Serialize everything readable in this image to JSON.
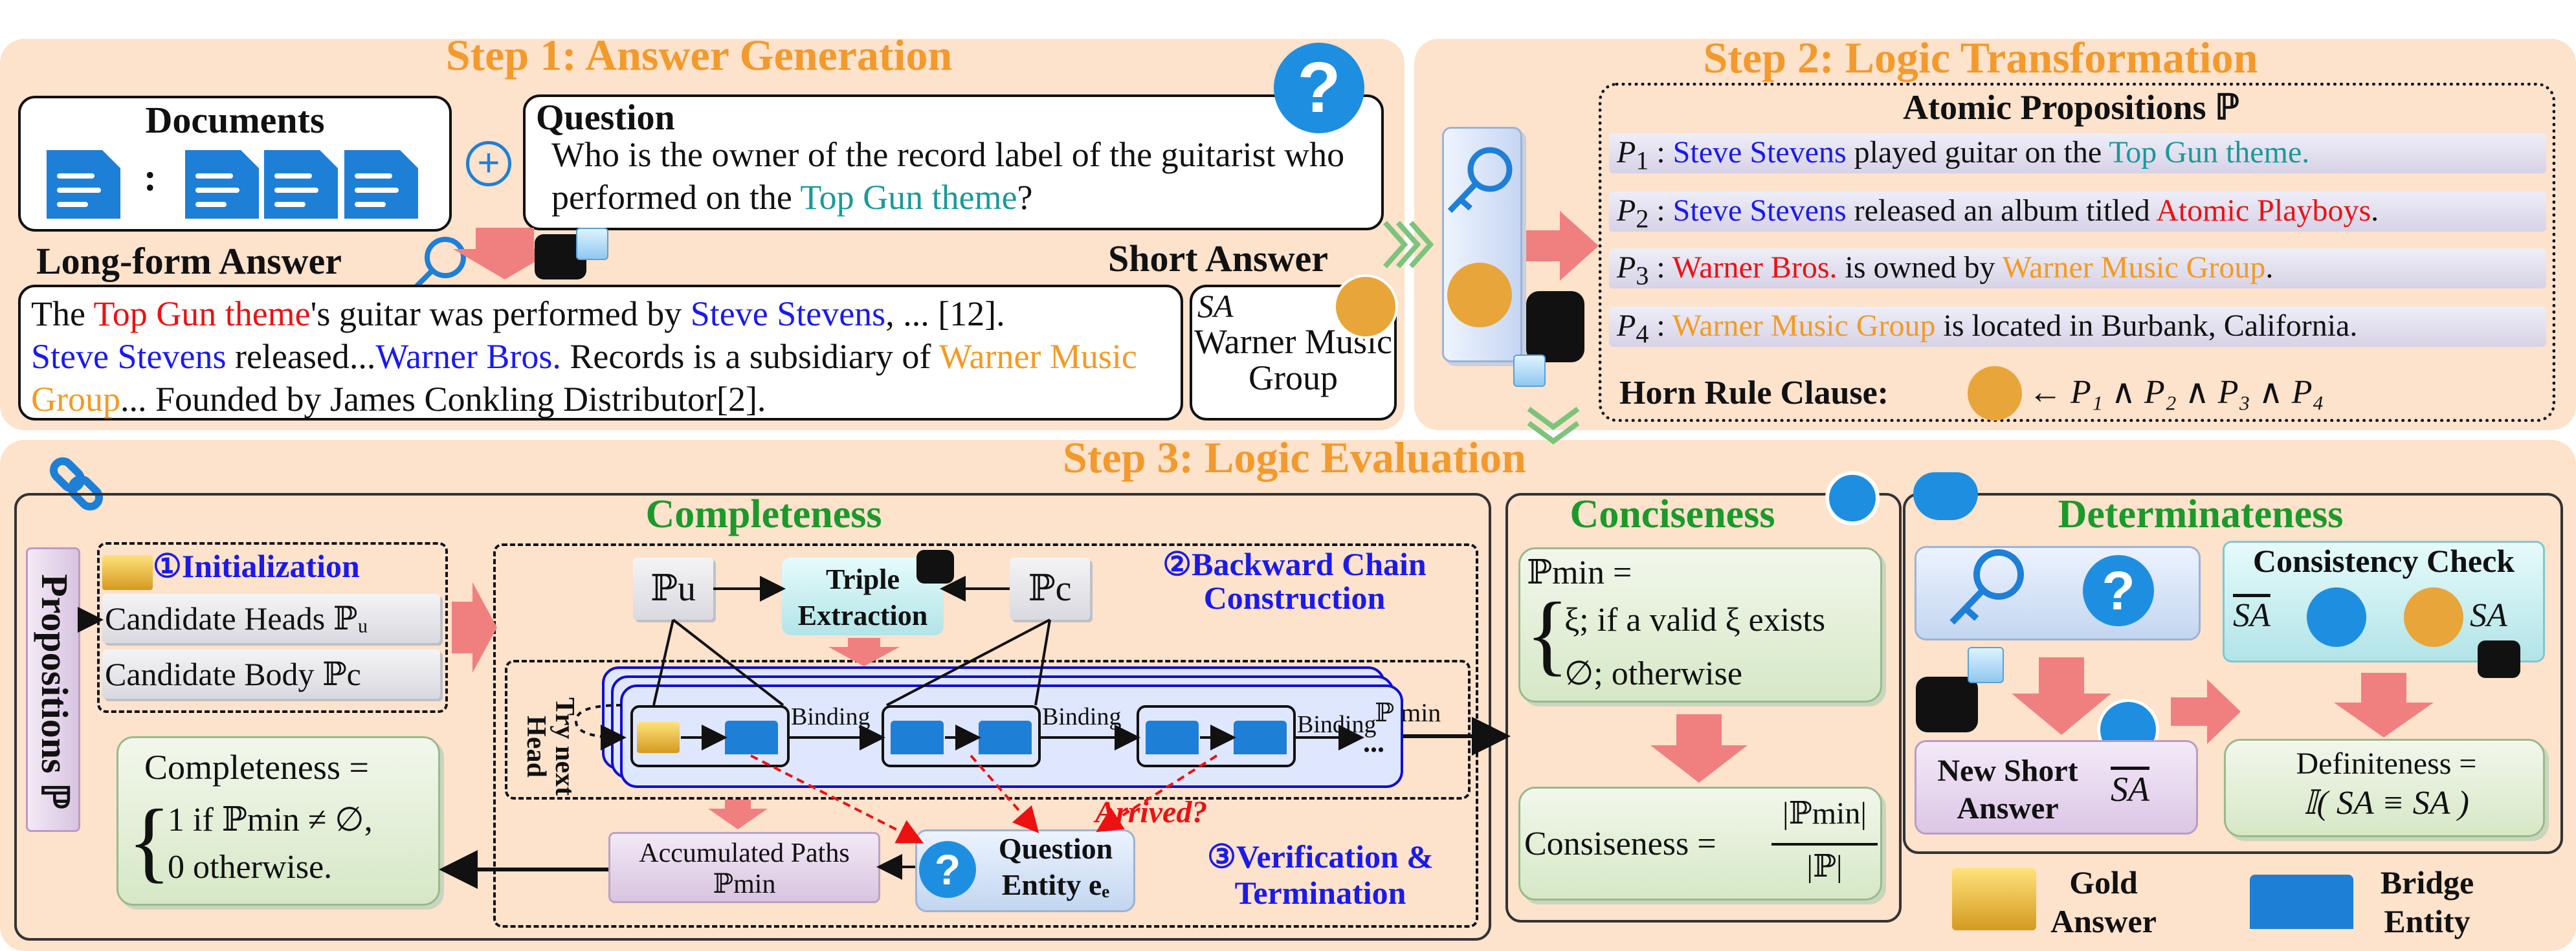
{
  "step1": {
    "title": "Step 1:  Answer Generation",
    "documents_label": "Documents",
    "doc_separator": ":",
    "plus": "+",
    "question_label": "Question",
    "question_text_before": "Who is the owner of the record label of the guitarist who performed on the ",
    "question_highlight": "Top Gun theme",
    "question_text_after": "?",
    "longform_label": "Long-form Answer",
    "short_answer_label": "Short Answer",
    "longform": {
      "p1": "The ",
      "h1": "Top Gun theme",
      "p2": "'s guitar was performed by ",
      "h2": "Steve Stevens",
      "p3": ", ... [12].",
      "h3": "Steve Stevens",
      "p4": " released...",
      "h4": "Warner Bros.",
      "p5": " Records is a subsidiary of ",
      "h5": "Warner Music Group",
      "p6": "... Founded by James Conkling Distributor[2]."
    },
    "sa_tag": "SA",
    "short_answer": "Warner Music Group",
    "q_glyph": "?"
  },
  "step2": {
    "title": "Step 2:  Logic Transformation",
    "atomic_label": "Atomic Propositions ℙ",
    "props": [
      {
        "id": "P",
        "sub": "1",
        "e1": "Steve Stevens",
        "mid": " played guitar on the ",
        "e2": "Top Gun theme.",
        "end": ""
      },
      {
        "id": "P",
        "sub": "2",
        "e1": "Steve Stevens",
        "mid": " released an album titled ",
        "e2": "Atomic Playboys",
        "end": "."
      },
      {
        "id": "P",
        "sub": "3",
        "e1": "Warner Bros.",
        "mid": "  is owned by ",
        "e2": "Warner Music Group",
        "end": "."
      },
      {
        "id": "P",
        "sub": "4",
        "e1": "Warner Music Group",
        "mid": " is located in Burbank, California.",
        "e2": "",
        "end": ""
      }
    ],
    "horn_label": "Horn Rule Clause:",
    "horn_rule": "← P₁ ∧ P₂ ∧ P₃ ∧ P₄"
  },
  "step3": {
    "title": "Step 3:  Logic Evaluation",
    "propositions_label": "Propositions ℙ",
    "completeness": {
      "title": "Completeness",
      "init_label": "①Initialization",
      "cand_heads": "Candidate Heads  ℙᵤ",
      "cand_body": "Candidate Body  ℙc",
      "pu": "ℙu",
      "pc": "ℙc",
      "triple_extraction": "Triple Extraction",
      "backward_label": "②Backward Chain Construction",
      "try_next_head": "Try next Head",
      "binding": [
        "Binding",
        "Binding",
        "Binding"
      ],
      "pmin": "ℙ min",
      "ellipsis": "...",
      "arrived": "Arrived?",
      "accumulated_label": "Accumulated Paths",
      "accumulated_sym": "ℙmin",
      "question_entity": "Question Entity eₑ",
      "verification_label": "③Verification & Termination",
      "formula_head": "Completeness =",
      "formula_case1": "1   if ℙmin ≠ ∅,",
      "formula_case2": "0   otherwise."
    },
    "conciseness": {
      "title": "Conciseness",
      "pmin_eq": "ℙmin =",
      "case1": "ξ; if a valid ξ exists",
      "case2": "∅; otherwise",
      "formula_lhs": "Consiseness =",
      "numerator": "|ℙmin|",
      "denominator": "|ℙ|"
    },
    "determinateness": {
      "title": "Determinateness",
      "consistency_check": "Consistency Check",
      "sa_hat": "SA",
      "sa": "SA",
      "new_short_answer": "New Short Answer",
      "definiteness": "Definiteness =",
      "def_formula": "𝕀( SA ≡ SA )"
    },
    "legend": {
      "gold": "Gold Answer",
      "bridge": "Bridge Entity"
    }
  },
  "colors": {
    "panel": "#fde2cc",
    "step_title": "#f39a2c",
    "metric_title": "#1a9a2a",
    "entity_blue": "#1a1aee",
    "entity_red": "#ee1111",
    "entity_orange": "#f59a22",
    "entity_teal": "#1a9999",
    "label_blue": "#1010cc",
    "arrow_pink": "#f08080"
  }
}
